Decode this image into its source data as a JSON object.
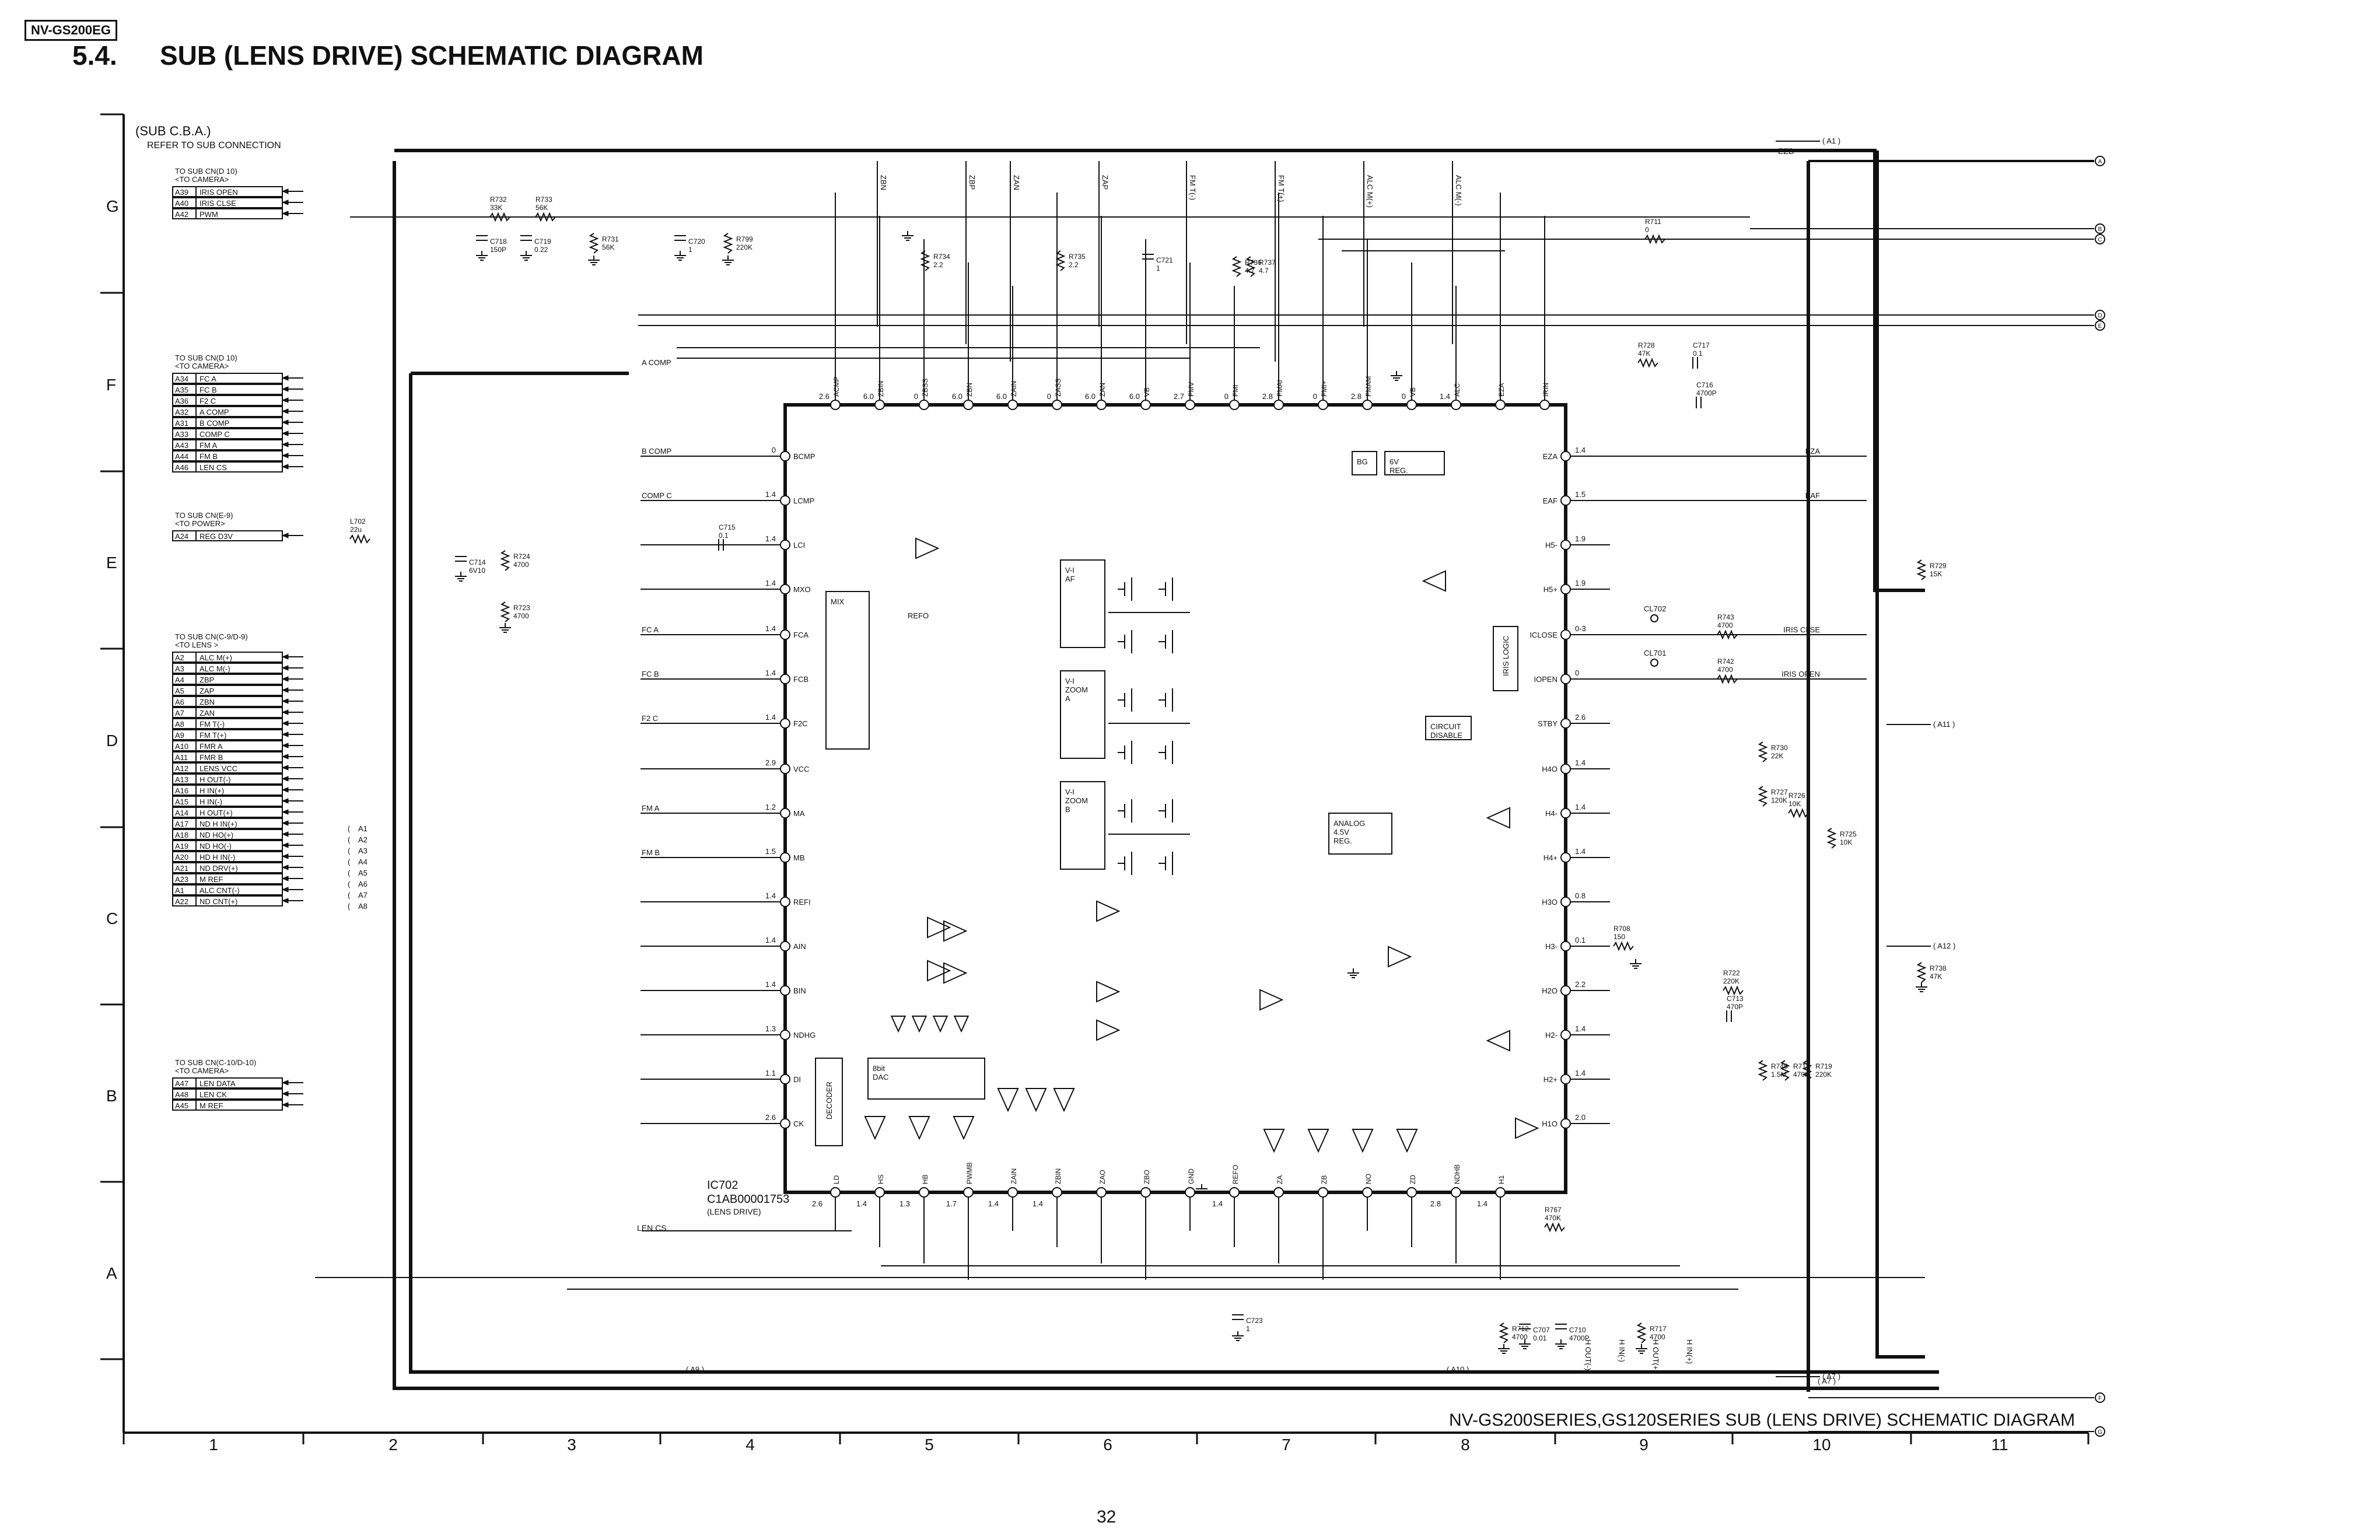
{
  "header": {
    "model_tag": "NV-GS200EG",
    "section_number": "5.4.",
    "section_title": "SUB (LENS DRIVE) SCHEMATIC DIAGRAM"
  },
  "board": {
    "name": "(SUB C.B.A.)",
    "note": "REFER TO SUB CONNECTION"
  },
  "grid": {
    "rows": [
      "G",
      "F",
      "E",
      "D",
      "C",
      "B",
      "A"
    ],
    "columns": [
      "1",
      "2",
      "3",
      "4",
      "5",
      "6",
      "7",
      "8",
      "9",
      "10",
      "11"
    ]
  },
  "connectors": [
    {
      "title": "TO SUB CN(D 10)",
      "sub": "<TO CAMERA>",
      "pins": [
        [
          "A39",
          "IRIS OPEN"
        ],
        [
          "A40",
          "IRIS CLSE"
        ],
        [
          "A42",
          "PWM"
        ]
      ]
    },
    {
      "title": "TO SUB CN(D 10)",
      "sub": "<TO CAMERA>",
      "pins": [
        [
          "A34",
          "FC A"
        ],
        [
          "A35",
          "FC B"
        ],
        [
          "A36",
          "F2 C"
        ],
        [
          "A32",
          "A COMP"
        ],
        [
          "A31",
          "B COMP"
        ],
        [
          "A33",
          "COMP C"
        ],
        [
          "A43",
          "FM A"
        ],
        [
          "A44",
          "FM B"
        ],
        [
          "A46",
          "LEN CS"
        ]
      ]
    },
    {
      "title": "TO SUB CN(E-9)",
      "sub": "<TO POWER>",
      "pins": [
        [
          "A24",
          "REG D3V"
        ]
      ]
    },
    {
      "title": "TO SUB CN(C-9/D-9)",
      "sub": "<TO LENS >",
      "pins": [
        [
          "A2",
          "ALC M(+)"
        ],
        [
          "A3",
          "ALC M(-)"
        ],
        [
          "A4",
          "ZBP"
        ],
        [
          "A5",
          "ZAP"
        ],
        [
          "A6",
          "ZBN"
        ],
        [
          "A7",
          "ZAN"
        ],
        [
          "A8",
          "FM T(-)"
        ],
        [
          "A9",
          "FM T(+)"
        ],
        [
          "A10",
          "FMR A"
        ],
        [
          "A11",
          "FMR B"
        ],
        [
          "A12",
          "LENS VCC"
        ],
        [
          "A13",
          "H OUT(-)"
        ],
        [
          "A16",
          "H IN(+)"
        ],
        [
          "A15",
          "H IN(-)"
        ],
        [
          "A14",
          "H OUT(+)"
        ],
        [
          "A17",
          "ND H IN(+)"
        ],
        [
          "A18",
          "ND HO(+)"
        ],
        [
          "A19",
          "ND HO(-)"
        ],
        [
          "A20",
          "HD H IN(-)"
        ],
        [
          "A21",
          "ND DRV(+)"
        ],
        [
          "A23",
          "M REF"
        ],
        [
          "A1",
          "ALC CNT(-)"
        ],
        [
          "A22",
          "ND CNT(+)"
        ]
      ]
    },
    {
      "title": "TO SUB CN(C-10/D-10)",
      "sub": "<TO CAMERA>",
      "pins": [
        [
          "A47",
          "LEN DATA"
        ],
        [
          "A48",
          "LEN CK"
        ],
        [
          "A45",
          "M REF"
        ]
      ]
    }
  ],
  "right_pins": [
    "A1",
    "A11",
    "A12",
    "A7"
  ],
  "lens_pin_labels": [
    "A1",
    "A2",
    "A3",
    "A4",
    "A5",
    "A6",
    "A7",
    "A8"
  ],
  "ic": {
    "ref": "IC702",
    "part": "C1AB00001753",
    "function": "(LENS DRIVE)",
    "blocks": [
      "MIX",
      "V-I AF",
      "V-I ZOOM A",
      "V-I ZOOM B",
      "DECODER",
      "8bit DAC",
      "IRIS LOGIC",
      "ANALOG 4.5V REG.",
      "6V REG.",
      "BG",
      "CIRCUIT DISABLE"
    ],
    "top_pins": [
      "ACMP",
      "ZBIN",
      "ZBSS",
      "ZBN",
      "ZAIN",
      "ZASS",
      "ZAN",
      "VB",
      "FMV",
      "FMI",
      "FMAI",
      "FMI+",
      "FMAM",
      "VB",
      "ALC",
      "EZA",
      "IRIN"
    ],
    "left_pins": [
      "BCMP",
      "LCMP",
      "LCI",
      "MXO",
      "FCA",
      "FCB",
      "F2C",
      "VCC",
      "MA",
      "MB",
      "REFI",
      "AIN",
      "BIN",
      "NDHG",
      "DI",
      "CK"
    ],
    "right_labels": [
      "EZA",
      "EAF",
      "H5-",
      "H5+",
      "ICLOSE",
      "IOPEN",
      "STBY",
      "H4O",
      "H4-",
      "H4+",
      "H3O",
      "H3-",
      "H2O",
      "H2-",
      "H2+",
      "H1O"
    ],
    "bottom_pins": [
      "LD",
      "HS",
      "HB",
      "PWMB",
      "ZAIN",
      "ZBIN",
      "ZAO",
      "ZBO",
      "GND",
      "REFO",
      "ZA",
      "ZB",
      "NO",
      "ZD",
      "NDHB",
      "H1"
    ]
  },
  "voltages": {
    "top": [
      "2.6",
      "6.0",
      "0",
      "6.0",
      "6.0",
      "0",
      "6.0",
      "6.0",
      "2.7",
      "0",
      "2.8",
      "0",
      "2.8",
      "0",
      "1.4"
    ],
    "left": [
      "0",
      "1.4",
      "1.4",
      "1.4",
      "1.4",
      "1.4",
      "1.4",
      "2.9",
      "1.2",
      "1.5",
      "1.4",
      "1.4",
      "1.4",
      "1.3",
      "1.1",
      "2.6"
    ],
    "right": [
      "1.4",
      "1.5",
      "1.9",
      "1.9",
      "0-3",
      "0",
      "2.6",
      "1.4",
      "1.4",
      "1.4",
      "0.8",
      "0.1",
      "2.2",
      "1.4",
      "1.4",
      "2.0"
    ],
    "bottom": [
      "2.6",
      "1.4",
      "1.3",
      "1.7",
      "1.4",
      "1.4",
      "1.4",
      "2.8",
      "1.4"
    ]
  },
  "components": {
    "R732": "33K",
    "R733": "56K",
    "C718": "150P",
    "C719": "0.22",
    "R731": "56K",
    "C720": "1",
    "R799": "220K",
    "R734": "2.2",
    "R735": "2.2",
    "C721": "1",
    "R736": "4.7",
    "R737": "4.7",
    "R711": "0",
    "R728": "47K",
    "C717": "0.1",
    "C716": "4700P",
    "L702": "22u",
    "C714": "6V10",
    "R724": "4700",
    "R723": "4700",
    "C715": "0.1",
    "R729": "15K",
    "R743": "4700",
    "R742": "4700",
    "R730": "22K",
    "R727": "120K",
    "R726": "10K",
    "R725": "10K",
    "R708": "150",
    "R722": "220K",
    "C713": "470P",
    "R738": "47K",
    "R746": "1.5M",
    "R718": "470K",
    "R719": "220K",
    "R767": "470K",
    "C723": "1",
    "R712": "4700",
    "C707": "0.01",
    "C710": "4700P",
    "R717": "4700"
  },
  "test_points": [
    "CL702",
    "CL701"
  ],
  "nets": {
    "top_bus": "EZB",
    "ref": "REFO",
    "lens_cs": "LEN CS",
    "left": [
      "A COMP",
      "B COMP",
      "COMP C",
      "FC A",
      "FC B",
      "F2 C",
      "FM A",
      "FM B"
    ],
    "right": [
      "EZA",
      "EAF",
      "IRIS CLSE",
      "IRIS OPEN"
    ],
    "top_labels": [
      "ZBN",
      "ZBP",
      "ZAN",
      "ZAP",
      "FM T(-)",
      "FM T(+)",
      "ALC M(+)",
      "ALC M(-)"
    ],
    "bottom_labels": [
      "H OUT(-)",
      "H IN(-)",
      "H OUT(+)",
      "H IN(+)"
    ],
    "bottom_tags": [
      "A9",
      "A10",
      "A7"
    ]
  },
  "offpage": [
    "A",
    "B",
    "C",
    "D",
    "E",
    "F",
    "G"
  ],
  "footer": {
    "caption": "NV-GS200SERIES,GS120SERIES SUB (LENS DRIVE) SCHEMATIC DIAGRAM",
    "page": "32"
  }
}
